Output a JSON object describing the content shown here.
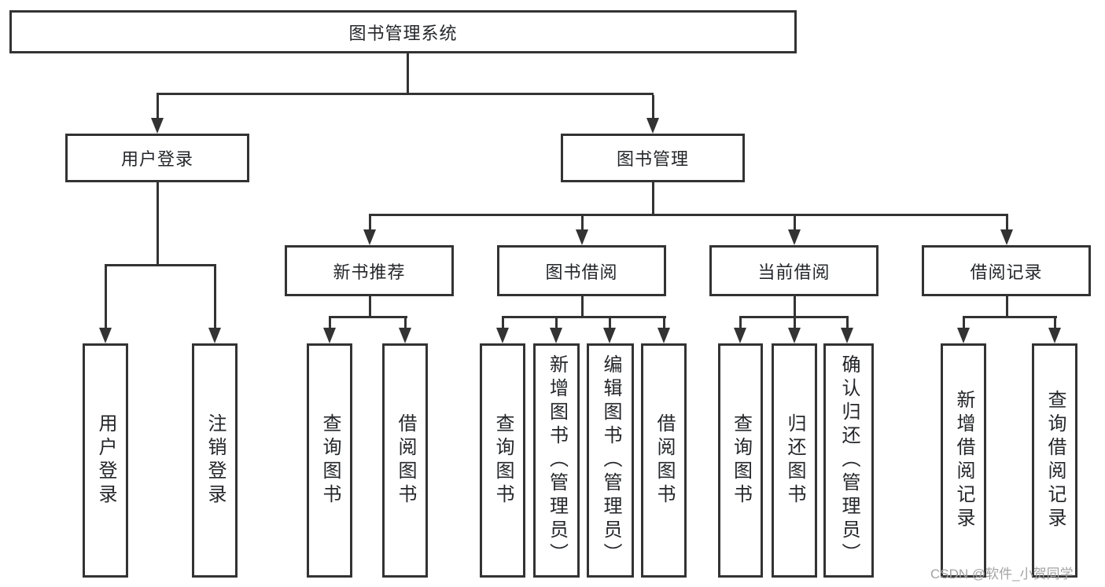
{
  "nodes": {
    "root": {
      "label": "图书管理系统"
    },
    "level2": [
      {
        "label": "用户登录"
      },
      {
        "label": "图书管理"
      }
    ],
    "level3": [
      {
        "label": "新书推荐"
      },
      {
        "label": "图书借阅"
      },
      {
        "label": "当前借阅"
      },
      {
        "label": "借阅记录"
      }
    ],
    "leaves_login": [
      {
        "label": "用户登录"
      },
      {
        "label": "注销登录"
      }
    ],
    "leaves_recommend": [
      {
        "label": "查询图书"
      },
      {
        "label": "借阅图书"
      }
    ],
    "leaves_borrow": [
      {
        "label": "查询图书"
      },
      {
        "label": "新增图书（管理员）"
      },
      {
        "label": "编辑图书（管理员）"
      },
      {
        "label": "借阅图书"
      }
    ],
    "leaves_current": [
      {
        "label": "查询图书"
      },
      {
        "label": "归还图书"
      },
      {
        "label": "确认归还（管理员）"
      }
    ],
    "leaves_records": [
      {
        "label": "新增借阅记录"
      },
      {
        "label": "查询借阅记录"
      }
    ]
  },
  "watermark": "CSDN @软件_小贺同学",
  "colors": {
    "line": "#333333",
    "text": "#24262a",
    "watermark": "#a3a3a3",
    "background": "#ffffff"
  }
}
